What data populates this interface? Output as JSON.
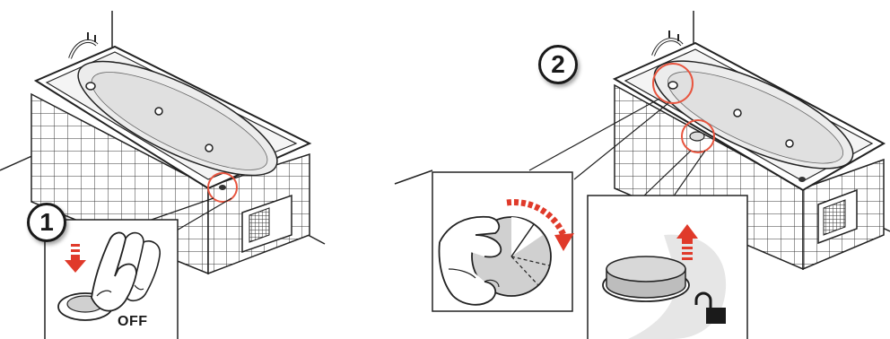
{
  "steps": {
    "step1": {
      "number": "1",
      "button_label": "OFF"
    },
    "step2": {
      "number": "2"
    }
  },
  "colors": {
    "highlight": "#e8553f",
    "arrow": "#e03a2a",
    "ink": "#1a1a1a",
    "gray_fill": "#c8c8c8",
    "panel_bg": "#ffffff"
  },
  "icons": [
    "hand-press-icon",
    "down-arrow-icon",
    "rotate-arrow-icon",
    "up-arrow-icon",
    "unlock-icon"
  ]
}
